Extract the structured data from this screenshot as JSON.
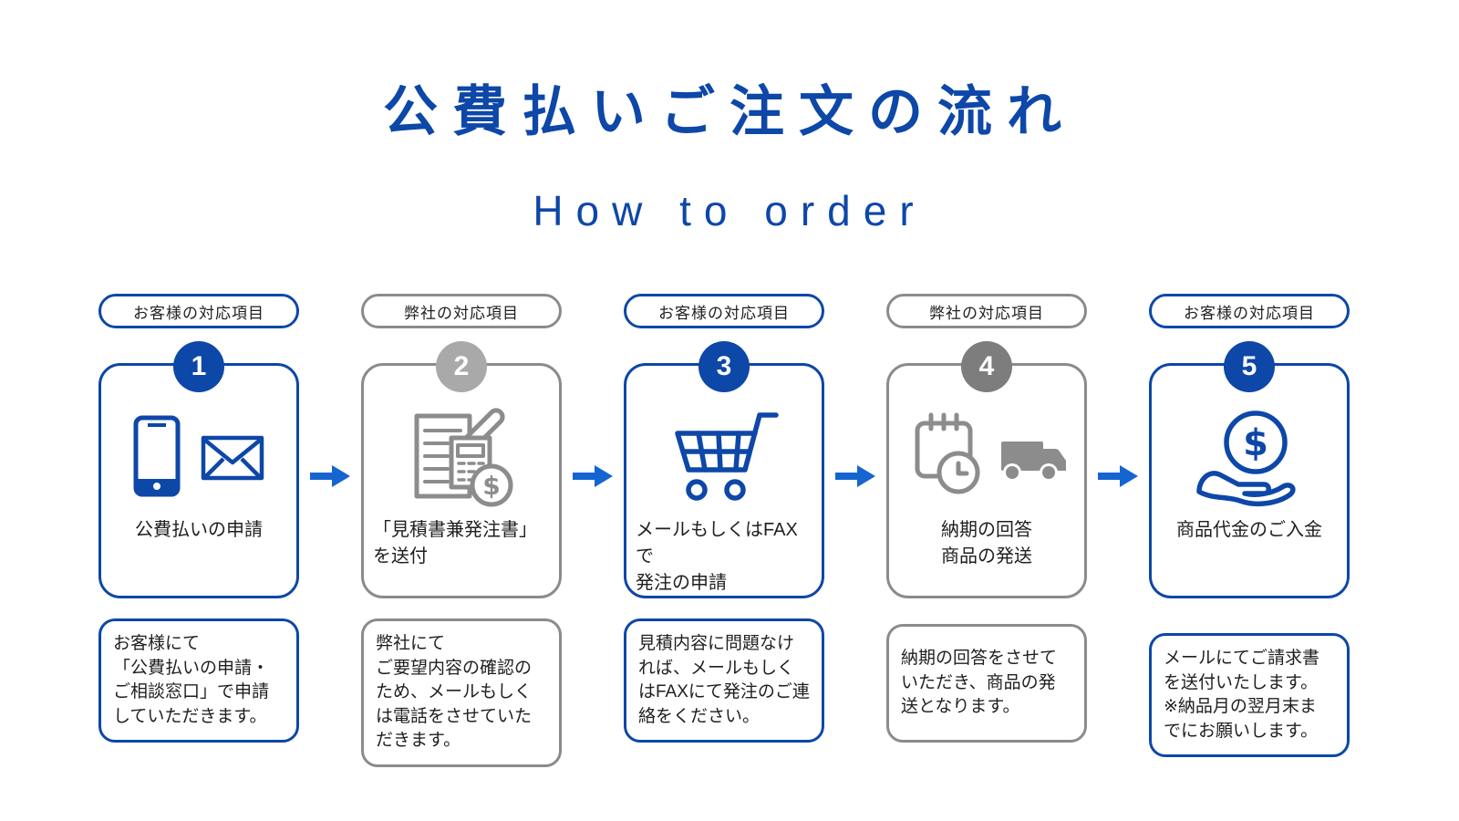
{
  "title": "公費払いご注文の流れ",
  "subtitle": "How to order",
  "colors": {
    "blue": "#0d47a8",
    "arrow": "#1565d0",
    "gray_border": "#8b8b8b",
    "gray_circle_light": "#a9a9a9",
    "gray_circle_dark": "#7d7d7d",
    "gray_icon": "#8c8c8c",
    "text": "#1f1f1f"
  },
  "steps": [
    {
      "number": "1",
      "badge": "お客様の対応項目",
      "owner": "customer",
      "icons": [
        "smartphone-icon",
        "envelope-icon"
      ],
      "caption": "公費払いの申請",
      "description": "お客様にて\n「公費払いの申請・\nご相談窓口」で申請\nしていただきます。"
    },
    {
      "number": "2",
      "badge": "弊社の対応項目",
      "owner": "company",
      "icons": [
        "estimate-document-calculator-icon"
      ],
      "caption": "「見積書兼発注書」\nを送付",
      "description": "弊社にて\nご要望内容の確認の\nため、メールもしく\nは電話をさせていた\nだきます。"
    },
    {
      "number": "3",
      "badge": "お客様の対応項目",
      "owner": "customer",
      "icons": [
        "shopping-cart-icon"
      ],
      "caption": "メールもしくはFAXで\n発注の申請",
      "description": "見積内容に問題なけ\nれば、メールもしく\nはFAXにて発注のご連\n絡をください。"
    },
    {
      "number": "4",
      "badge": "弊社の対応項目",
      "owner": "company",
      "icons": [
        "calendar-clock-icon",
        "delivery-truck-icon"
      ],
      "caption": "納期の回答\n商品の発送",
      "description": "納期の回答をさせて\nいただき、商品の発\n送となります。"
    },
    {
      "number": "5",
      "badge": "お客様の対応項目",
      "owner": "customer",
      "icons": [
        "hand-coin-icon"
      ],
      "caption": "商品代金のご入金",
      "description": "メールにてご請求書\nを送付いたします。\n※納品月の翌月末ま\nでにお願いします。"
    }
  ]
}
